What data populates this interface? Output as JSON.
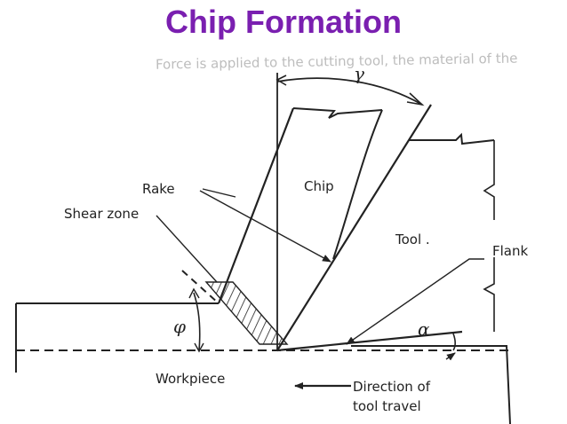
{
  "title": "Chip Formation",
  "background_text": "Force is applied to the cutting tool, the material of the",
  "labels": {
    "rake": "Rake",
    "shear_zone": "Shear zone",
    "chip": "Chip",
    "tool": "Tool .",
    "flank": "Flank",
    "workpiece": "Workpiece",
    "direction_line1": "Direction of",
    "direction_line2": "tool travel",
    "gamma": "γ",
    "phi": "φ",
    "alpha": "α"
  },
  "colors": {
    "title": "#7a1fb0",
    "ink": "#222222",
    "ghost": "#bdbdbd"
  }
}
